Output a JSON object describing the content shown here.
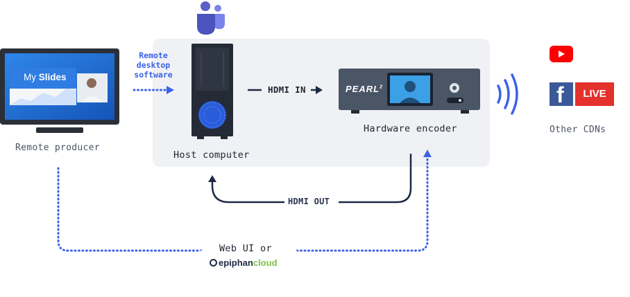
{
  "remote_producer": {
    "label": "Remote producer",
    "slide_title_prefix": "My",
    "slide_title_emphasis": "Slides"
  },
  "remote_desktop": {
    "line1": "Remote",
    "line2": "desktop",
    "line3": "software"
  },
  "host_computer": {
    "label": "Host computer"
  },
  "hdmi_in": {
    "label": "HDMI IN"
  },
  "hardware_encoder": {
    "label": "Hardware encoder",
    "brand": "PEARL",
    "brand_sup": "2"
  },
  "hdmi_out": {
    "label": "HDMI OUT"
  },
  "cloud": {
    "line1": "Web UI or",
    "logo_main": "epiphan",
    "logo_sub": "cloud"
  },
  "cdns": {
    "youtube": "YouTube",
    "facebook_live": "LIVE",
    "other": "Other CDNs"
  },
  "colors": {
    "accent_blue": "#3a62e8",
    "dark_navy": "#1d2a44",
    "panel": "#f0f1f4",
    "youtube_red": "#ff0000",
    "facebook_blue": "#3b5998",
    "live_red": "#e4312b"
  }
}
